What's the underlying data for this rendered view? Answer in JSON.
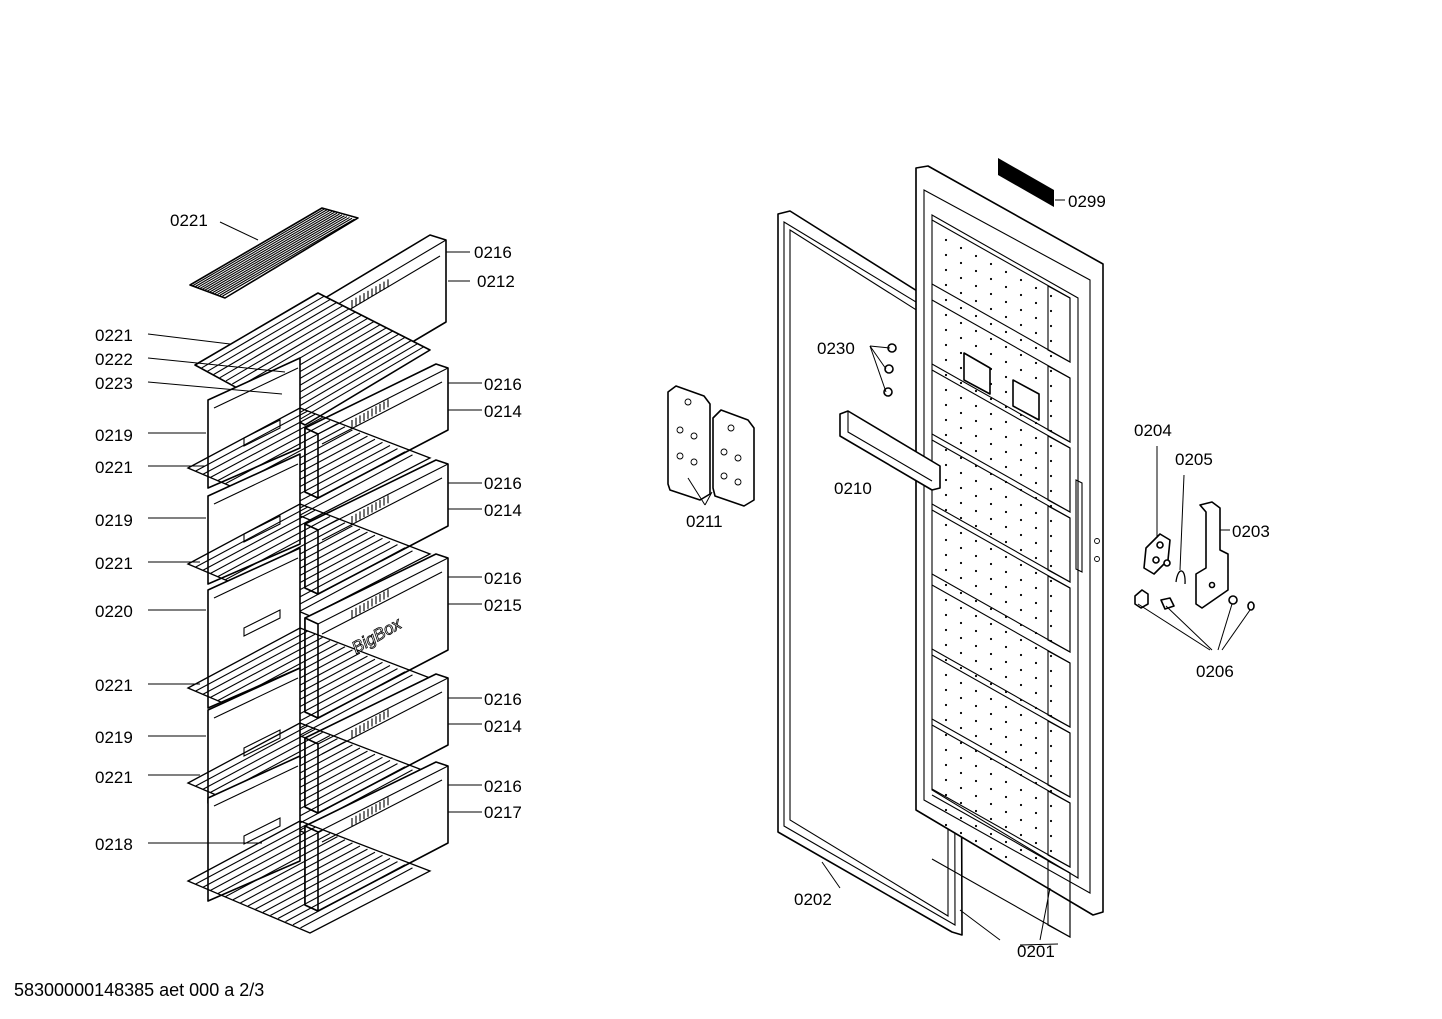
{
  "document_ref": "58300000148385 aet 000 a 2/3",
  "embossed_text": "BigBox",
  "labels": {
    "shelf_top": "0221",
    "drawer1_cover": "0216",
    "drawer1_body": "0212",
    "shelf2": "0221",
    "p0222": "0222",
    "p0223": "0223",
    "drawer2_back": "0219",
    "drawer2_cover": "0216",
    "drawer2_body": "0214",
    "shelf3": "0221",
    "drawer3_back": "0219",
    "drawer3_cover": "0216",
    "drawer3_body": "0214",
    "shelf4": "0221",
    "drawer4_back": "0220",
    "drawer4_cover": "0216",
    "drawer4_body": "0215",
    "shelf5": "0221",
    "drawer5_back": "0219",
    "drawer5_cover": "0216",
    "drawer5_body": "0214",
    "shelf6": "0221",
    "drawer6_back": "0218",
    "drawer6_cover": "0216",
    "drawer6_body": "0217",
    "cold_packs": "0211",
    "screws": "0230",
    "handle": "0210",
    "gasket": "0202",
    "door": "0201",
    "plate": "0299",
    "hinge_upper": "0204",
    "spring": "0205",
    "bracket": "0203",
    "small_parts": "0206"
  }
}
